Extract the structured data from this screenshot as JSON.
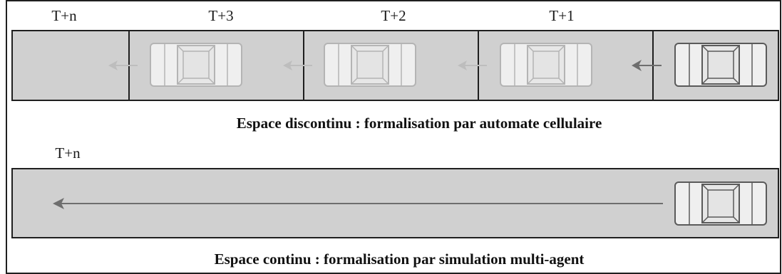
{
  "discrete": {
    "time_labels": [
      "T+n",
      "T+3",
      "T+2",
      "T+1"
    ],
    "caption": "Espace discontinu : formalisation par automate cellulaire"
  },
  "continuous": {
    "time_label": "T+n",
    "caption": "Espace continu : formalisation par simulation multi-agent"
  },
  "colors": {
    "cell_fill": "#d0d0d0",
    "border": "#1f1f1f",
    "car_active": "#5a5a5a",
    "car_ghost": "#b4b4b4",
    "arrow": "#6e6e6e"
  }
}
